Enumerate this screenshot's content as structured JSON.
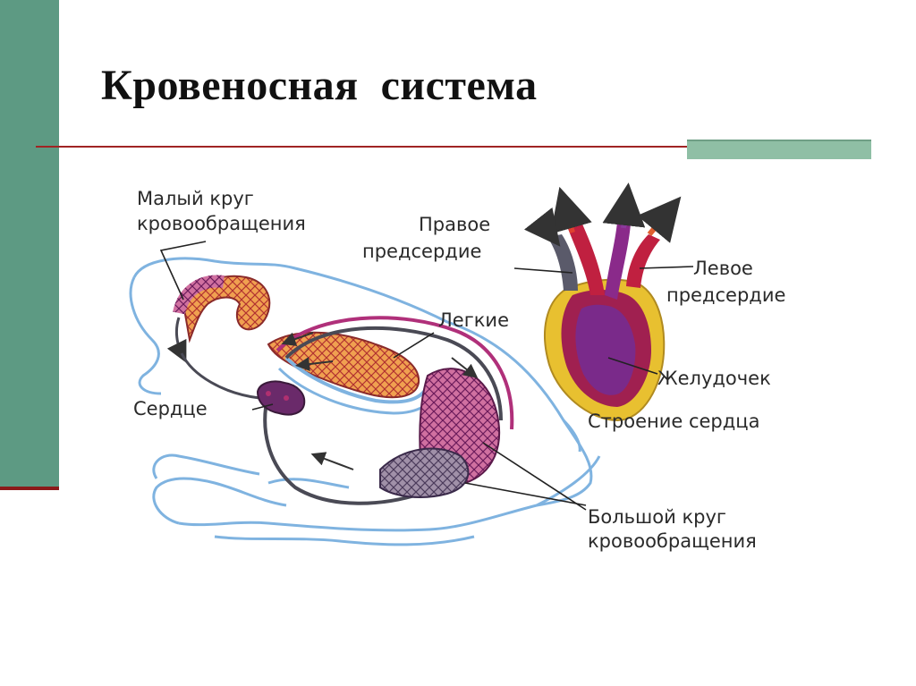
{
  "slide": {
    "title": "Кровеносная  система"
  },
  "labels": {
    "small_circle_line1": "Малый круг",
    "small_circle_line2": "кровообращения",
    "right_atrium_line1": "Правое",
    "right_atrium_line2": "предсердие",
    "left_atrium_line1": "Левое",
    "left_atrium_line2": "предсердие",
    "lungs": "Легкие",
    "ventricle": "Желудочек",
    "heart_structure": "Строение сердца",
    "heart": "Сердце",
    "big_circle_line1": "Большой круг",
    "big_circle_line2": "кровообращения"
  },
  "colors": {
    "sidebar": "#5d9a83",
    "rule_red": "#a02424",
    "rule_green": "#8fbfa5",
    "outline_blue": "#7fb3e0",
    "vessel_dark": "#4a4a55",
    "artery_red": "#c8233a",
    "vein_purple": "#7a2a7a",
    "mesh_orange": "#e08030",
    "mesh_magenta": "#b0307a",
    "heart_yellow": "#e8c030"
  }
}
